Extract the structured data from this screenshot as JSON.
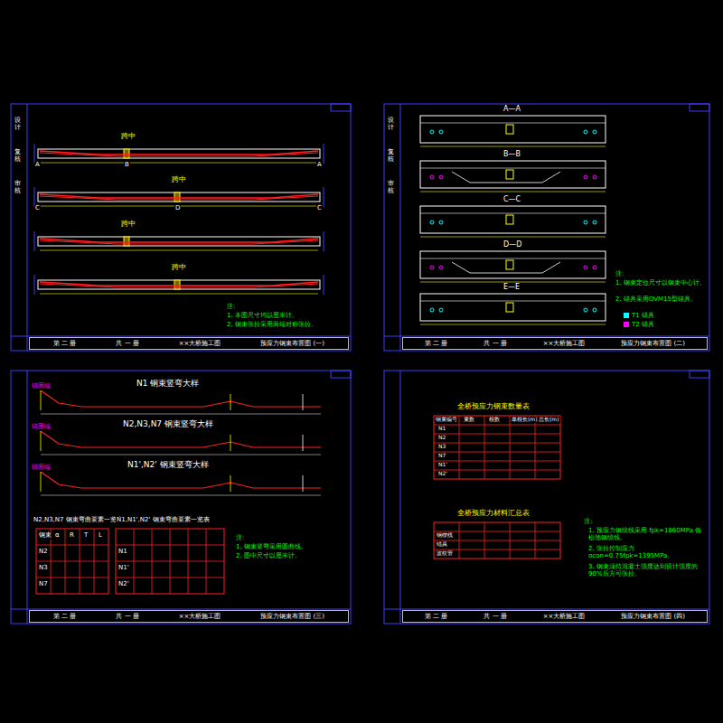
{
  "diagram": {
    "nodes": [
      {
        "text": [
          "第 二 册",
          "共 一 册",
          "××大桥施工图",
          "预应力钢束布置图 (一)"
        ]
      },
      {
        "text": [
          "第 二 册",
          "共 一 册",
          "××大桥施工图",
          "预应力钢束布置图 (二)"
        ]
      },
      {
        "text": [
          "第 二 册",
          "共 一 册",
          "××大桥施工图",
          "预应力钢束布置图 (三)"
        ]
      },
      {
        "text": [
          "第 二 册",
          "共 一 册",
          "××大桥施工图",
          "预应力钢束布置图 (四)"
        ]
      }
    ],
    "labels": [
      "跨中",
      "跨中",
      "跨中",
      "跨中",
      "A",
      "B",
      "A",
      "C",
      "D",
      "C",
      "注:",
      "1. 本图尺寸均以厘米计。",
      "2. 钢束张拉采用两端对称张拉。",
      "设计",
      "复核",
      "审核",
      "设计",
      "复核",
      "审核",
      "A—A",
      "B—B",
      "C—C",
      "D—D",
      "E—E",
      "注:",
      "1. 钢束定位尺寸以钢束中心计。",
      "2. 锚具采用OVM15型锚具。",
      "N1 钢束竖弯大样",
      "N2,N3,N7 钢束竖弯大样",
      "N1',N2' 钢束竖弯大样",
      "锚固端",
      "锚固端",
      "锚固端",
      "N2,N3,N7 钢束弯曲要素一览表",
      "N1,N1',N2' 钢束弯曲要素一览表",
      "钢束",
      "α",
      "R",
      "T",
      "L",
      "N2",
      "N3",
      "N7",
      "N1",
      "N1'",
      "N2'",
      "注:",
      "1. 钢束竖弯采用圆曲线。",
      "2. 图中尺寸以厘米计。",
      "全桥预应力钢束数量表",
      "钢束编号",
      "束数",
      "根数",
      "单根长(m)",
      "总长(m)",
      "N1",
      "N2",
      "N3",
      "N7",
      "N1'",
      "N2'",
      "全桥预应力材料汇总表",
      "钢绞线",
      "锚具",
      "波纹管",
      "注:",
      "1. 预应力钢绞线采用 fpk=1860MPa 低松弛钢绞线。",
      "2. 张拉控制应力 σcon=0.75fpk=1395MPa。",
      "3. 钢束须待混凝土强度达到设计强度的90%后方可张拉。"
    ],
    "legend": [
      {
        "text": "T1 锚具",
        "color": "#00ffff"
      },
      {
        "text": "T2 锚具",
        "color": "#ff00ff"
      }
    ]
  }
}
